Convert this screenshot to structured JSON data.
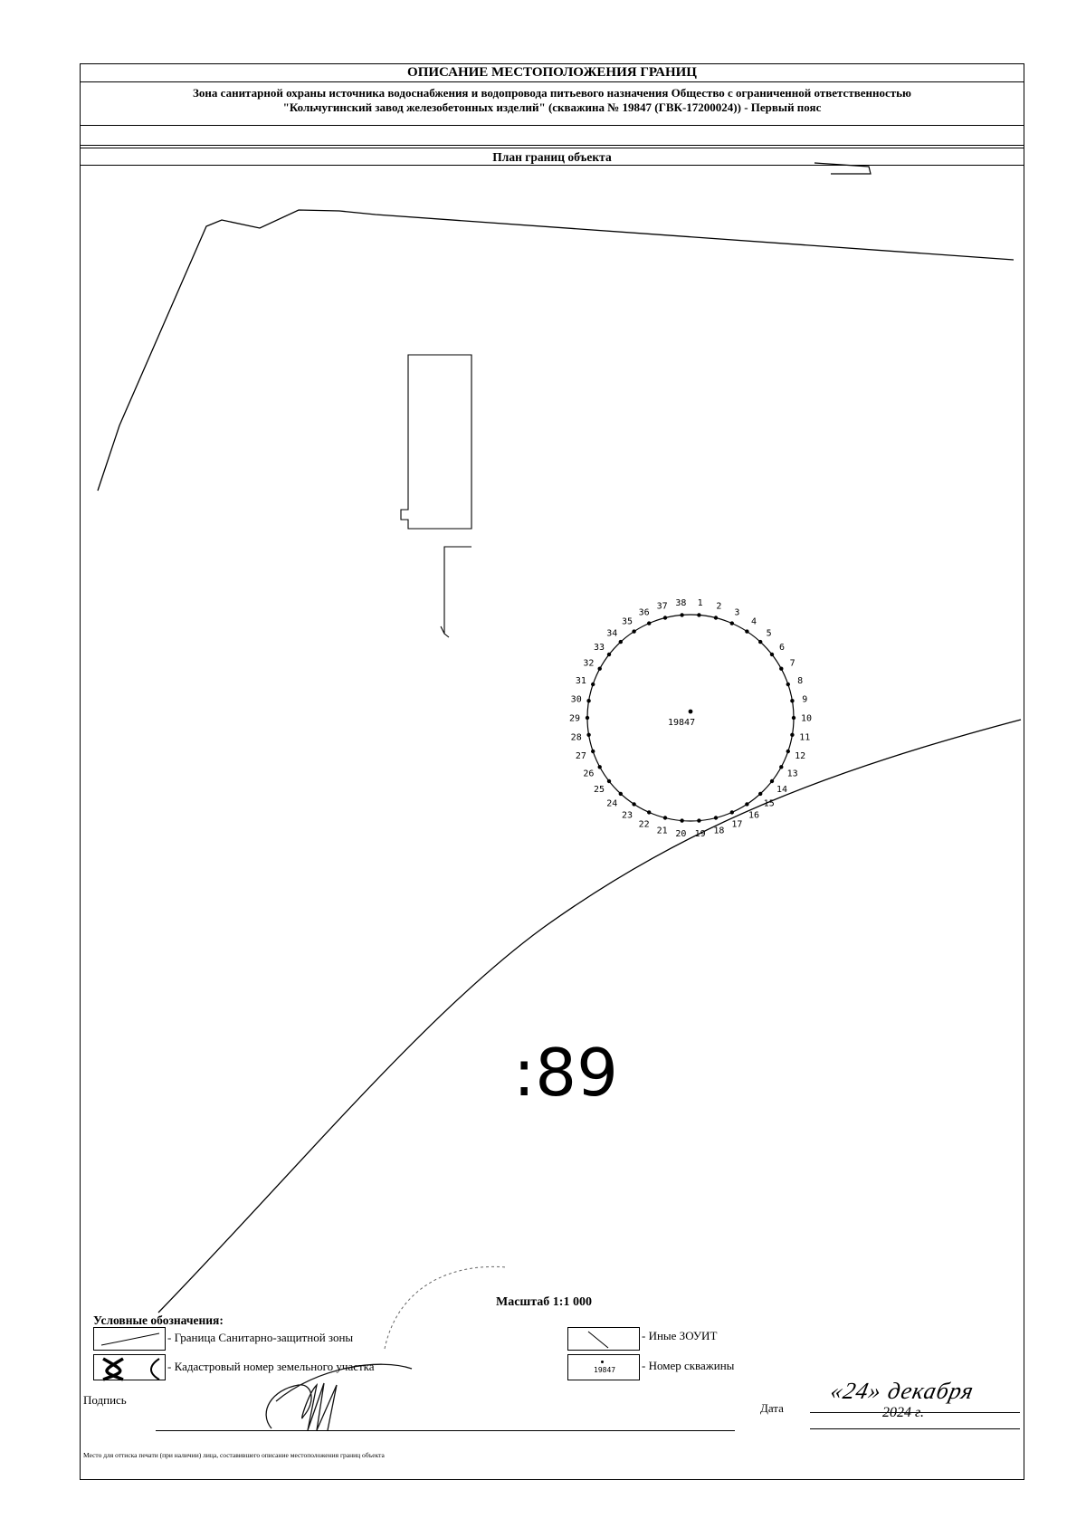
{
  "header": {
    "title": "ОПИСАНИЕ МЕСТОПОЛОЖЕНИЯ ГРАНИЦ",
    "subtitle_line1": "Зона санитарной охраны источника водоснабжения и водопровода питьевого назначения Общество с ограниченной ответственностью",
    "subtitle_line2": "\"Кольчугинский завод железобетонных изделий\" (скважина № 19847 (ГВК-17200024)) - Первый пояс",
    "section": "План границ объекта"
  },
  "map": {
    "well_label": "19847",
    "parcel_label": ":89",
    "points": [
      "1",
      "2",
      "3",
      "4",
      "5",
      "6",
      "7",
      "8",
      "9",
      "10",
      "11",
      "12",
      "13",
      "14",
      "15",
      "16",
      "17",
      "18",
      "19",
      "20",
      "21",
      "22",
      "23",
      "24",
      "25",
      "26",
      "27",
      "28",
      "29",
      "30",
      "31",
      "32",
      "33",
      "34",
      "35",
      "36",
      "37",
      "38"
    ]
  },
  "scale": "Масштаб 1:1 000",
  "legend": {
    "title": "Условные обозначения:",
    "items": [
      {
        "label": "- Граница Санитарно-защитной зоны"
      },
      {
        "label": "- Кадастровый номер земельного участка"
      },
      {
        "label": "- Иные ЗОУИТ"
      },
      {
        "label": "- Номер скважины",
        "sample": "19847"
      }
    ]
  },
  "signature": {
    "sign_label": "Подпись",
    "date_label": "Дата",
    "date_handwritten": "«24» декабря",
    "date_year": "2024 г."
  },
  "footnote": "Место для оттиска печати (при наличии) лица, составившего описание местоположения границ объекта"
}
